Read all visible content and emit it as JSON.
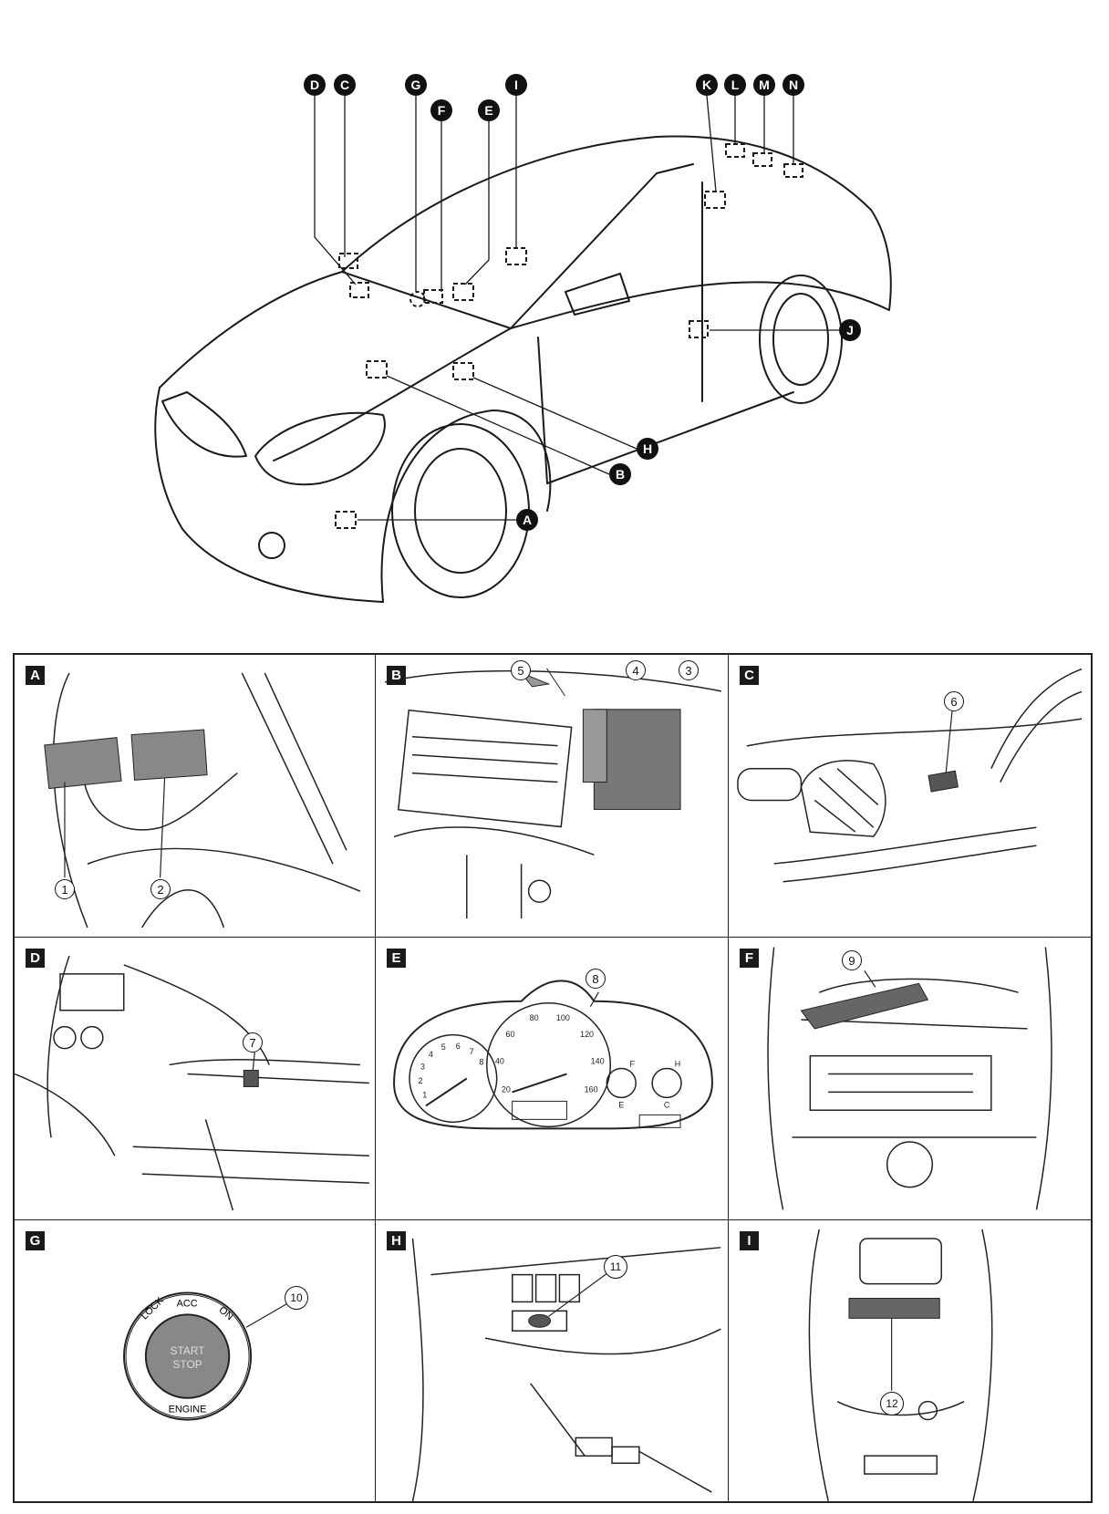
{
  "locations": [
    "D",
    "C",
    "G",
    "F",
    "E",
    "I",
    "K",
    "L",
    "M",
    "N",
    "J",
    "H",
    "B",
    "A"
  ],
  "panels": {
    "A": {
      "label": "A",
      "callouts": [
        "1",
        "2"
      ]
    },
    "B": {
      "label": "B",
      "callouts": [
        "5",
        "4",
        "3"
      ]
    },
    "C": {
      "label": "C",
      "callouts": [
        "6"
      ]
    },
    "D": {
      "label": "D",
      "callouts": [
        "7"
      ]
    },
    "E": {
      "label": "E",
      "callouts": [
        "8"
      ]
    },
    "F": {
      "label": "F",
      "callouts": [
        "9"
      ]
    },
    "G": {
      "label": "G",
      "callouts": [
        "10"
      ],
      "ring_lock": "LOCK",
      "ring_acc": "ACC",
      "ring_on": "ON",
      "button_start": "START",
      "button_stop": "STOP",
      "ring_engine": "ENGINE"
    },
    "H": {
      "label": "H",
      "callouts": [
        "11"
      ]
    },
    "I": {
      "label": "I",
      "callouts": [
        "12"
      ]
    }
  },
  "cluster": {
    "tach": [
      "1",
      "2",
      "3",
      "4",
      "5",
      "6",
      "7",
      "8"
    ],
    "speedo": [
      "20",
      "40",
      "60",
      "80",
      "100",
      "120",
      "140",
      "160"
    ],
    "fuel": [
      "F",
      "E"
    ],
    "temp": [
      "H",
      "C"
    ]
  }
}
